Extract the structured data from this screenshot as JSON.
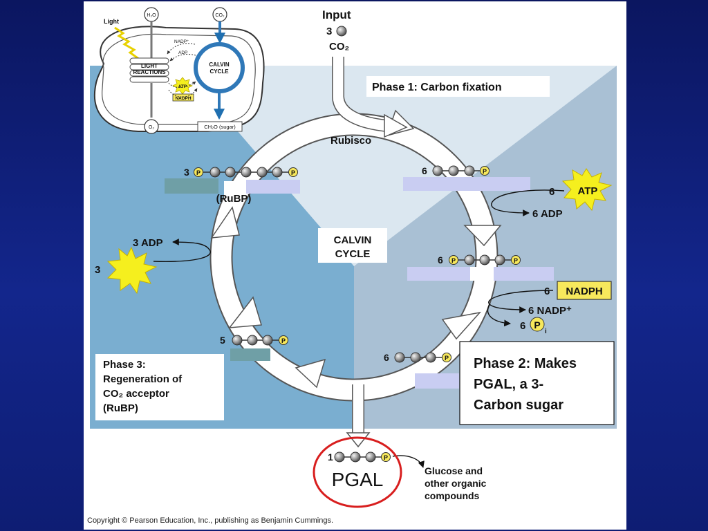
{
  "chloroplast": {
    "light": "Light",
    "h2o": "H₂O",
    "co2": "CO₂",
    "light_reactions": [
      "LIGHT",
      "REACTIONS"
    ],
    "calvin_cycle": [
      "CALVIN",
      "CYCLE"
    ],
    "nadp": "NADP⁺",
    "adp": "ADP",
    "atp": "ATP",
    "nadph": "NADPH",
    "o2": "O₂",
    "sugar": "CH₂O (sugar)"
  },
  "input": {
    "label": "Input",
    "count": "3",
    "molecule": "CO₂"
  },
  "phase1": {
    "label": "Phase 1: Carbon fixation"
  },
  "rubisco": "Rubisco",
  "center": [
    "CALVIN",
    "CYCLE"
  ],
  "rubp": {
    "count": "3",
    "label": "(RuBP)"
  },
  "step_a": {
    "count": "6"
  },
  "step_b": {
    "count": "6"
  },
  "step_c": {
    "count": "6"
  },
  "step_d": {
    "count": "5"
  },
  "atp_in": {
    "count": "6",
    "label": "ATP"
  },
  "adp_out": "6 ADP",
  "nadph_in": {
    "count": "6",
    "label": "NADPH"
  },
  "nadp_out": "6 NADP⁺",
  "pi_out": {
    "count": "6",
    "symbol": "P",
    "sub": "i"
  },
  "phase2": [
    "Phase 2: Makes",
    "PGAL, a 3-",
    "Carbon sugar"
  ],
  "phase3": [
    "Phase 3:",
    "Regeneration of",
    "CO₂ acceptor",
    "(RuBP)"
  ],
  "regen_adp": "3 ADP",
  "regen_atp_count": "3",
  "output": {
    "count": "1",
    "label": "PGAL"
  },
  "glucose": [
    "Glucose and",
    "other organic",
    "compounds"
  ],
  "phosphate": "P",
  "copyright": "Copyright © Pearson Education, Inc., publishing as Benjamin Cummings.",
  "colors": {
    "background": "#13268c",
    "phase1_region": "#dbe7f0",
    "phase2_region": "#a9c0d4",
    "phase3_region": "#7aaed0",
    "atp_star": "#f5ef1e",
    "nadph_box": "#f7e85c",
    "pgal_circle": "#d81e1e",
    "calvin_ring": "#2f78b8"
  }
}
